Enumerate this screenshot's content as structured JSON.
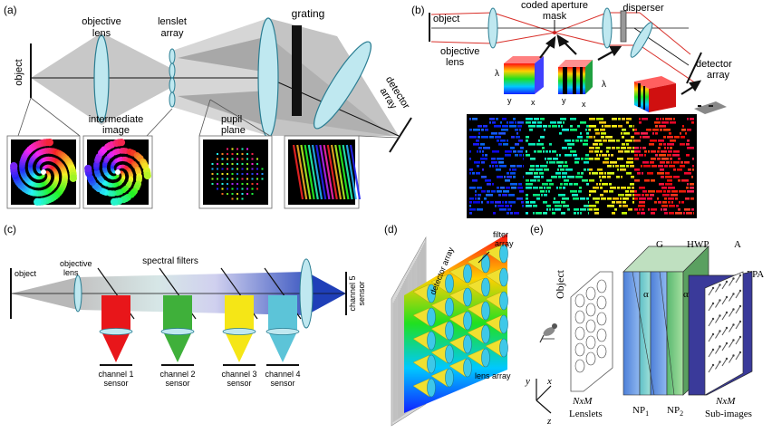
{
  "panel_a": {
    "tag": "(a)",
    "object": "object",
    "objective_lens": [
      "objective",
      "lens"
    ],
    "lenslet_array": [
      "lenslet",
      "array"
    ],
    "grating": "grating",
    "detector_array": [
      "detector",
      "array"
    ],
    "intermediate_image": [
      "intermediate",
      "image"
    ],
    "pupil_plane": [
      "pupil",
      "plane"
    ]
  },
  "panel_b": {
    "tag": "(b)",
    "object": "object",
    "coded_aperture_mask": [
      "coded aperture",
      "mask"
    ],
    "disperser": "disperser",
    "objective_lens": [
      "objective",
      "lens"
    ],
    "detector_array": [
      "detector",
      "array"
    ],
    "cube_axes": {
      "lambda": "λ",
      "x": "x",
      "y": "y"
    }
  },
  "panel_c": {
    "tag": "(c)",
    "object": "object",
    "objective_lens": [
      "objective",
      "lens"
    ],
    "spectral_filters": "spectral filters",
    "channel_5": [
      "channel 5",
      "sensor"
    ],
    "channels": [
      {
        "name": "channel 1",
        "sub": "sensor",
        "color": "#e8161a"
      },
      {
        "name": "channel 2",
        "sub": "sensor",
        "color": "#3fb03a"
      },
      {
        "name": "channel 3",
        "sub": "sensor",
        "color": "#f5e616"
      },
      {
        "name": "channel 4",
        "sub": "sensor",
        "color": "#5cc4d8"
      }
    ]
  },
  "panel_d": {
    "tag": "(d)",
    "detector_array": "detector array",
    "filter_array": [
      "filter",
      "array"
    ],
    "lens_array": "lens array"
  },
  "panel_e": {
    "tag": "(e)",
    "object": "Object",
    "g": "G",
    "hwp": "HWP",
    "a": "A",
    "fpa": "FPA",
    "alpha": "α",
    "delta": "δ",
    "nxm_1": "NxM",
    "lenslets": "Lenslets",
    "nxm_2": "NxM",
    "sub_images": "Sub-images",
    "np1": "NP",
    "np1_sub": "1",
    "np2": "NP",
    "np2_sub": "2",
    "axes": {
      "x": "x",
      "y": "y",
      "z": "z"
    }
  },
  "colors": {
    "lens_fill": "#bfe8f0",
    "lens_stroke": "#2a7d92",
    "beam_grey": "#b4b4b4",
    "ray_red": "#d9302a",
    "spectrum_blue": "#1232d8",
    "spectrum_green": "#28c028",
    "spectrum_red": "#e01010"
  }
}
